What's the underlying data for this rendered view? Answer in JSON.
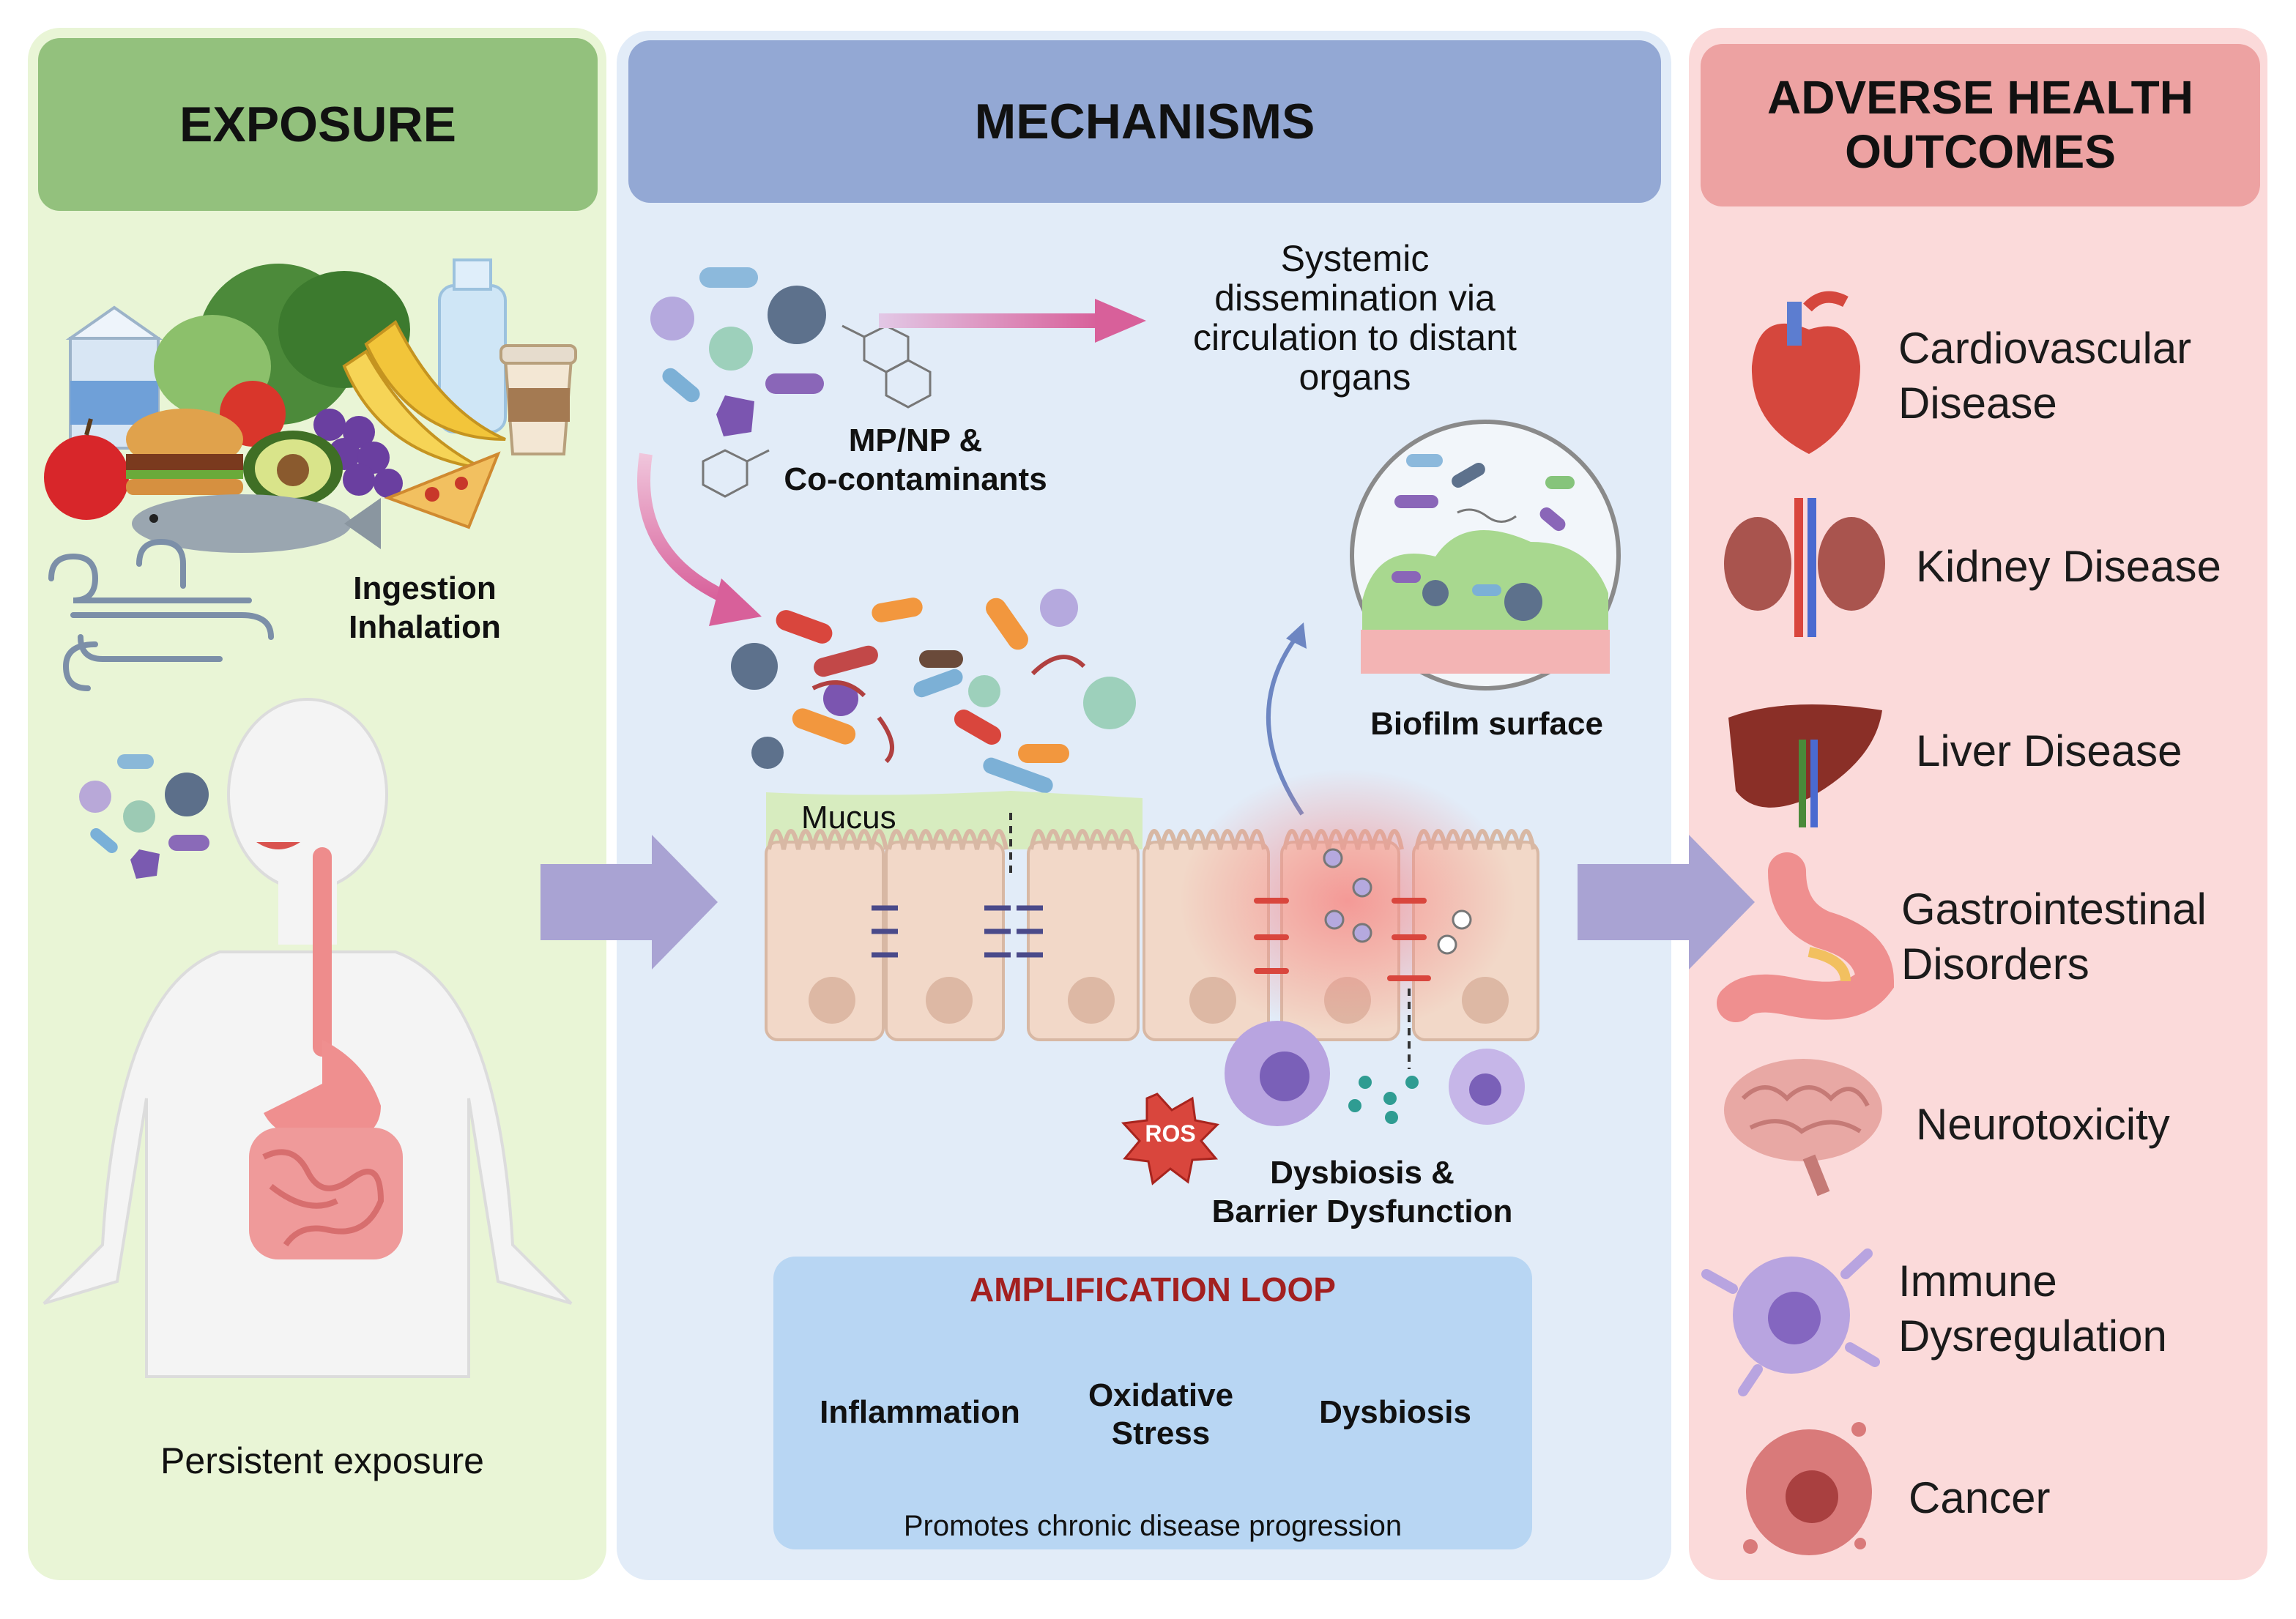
{
  "columns": {
    "exposure": {
      "title": "EXPOSURE",
      "routes": "Ingestion\nInhalation",
      "footer": "Persistent exposure"
    },
    "mechanisms": {
      "title": "MECHANISMS",
      "dissemination": "Systemic\ndissemination via\ncirculation to distant\norgans",
      "contaminants": "MP/NP &\nCo-contaminants",
      "biofilm": "Biofilm surface",
      "mucus": "Mucus",
      "ros": "ROS",
      "dysbiosis_barrier": "Dysbiosis &\nBarrier Dysfunction",
      "amplification": {
        "title": "AMPLIFICATION LOOP",
        "steps": [
          "Inflammation",
          "Oxidative\nStress",
          "Dysbiosis"
        ],
        "footer": "Promotes chronic disease progression"
      }
    },
    "outcomes": {
      "title": "ADVERSE HEALTH\nOUTCOMES",
      "items": [
        {
          "label": "Cardiovascular\nDisease",
          "icon": "heart-icon"
        },
        {
          "label": "Kidney Disease",
          "icon": "kidney-icon"
        },
        {
          "label": "Liver Disease",
          "icon": "liver-icon"
        },
        {
          "label": "Gastrointestinal\nDisorders",
          "icon": "stomach-icon"
        },
        {
          "label": "Neurotoxicity",
          "icon": "brain-icon"
        },
        {
          "label": "Immune\nDysregulation",
          "icon": "immune-cell-icon"
        },
        {
          "label": "Cancer",
          "icon": "cancer-cell-icon"
        }
      ]
    }
  },
  "colors": {
    "exposure_bg": "#e9f5d6",
    "exposure_header": "#93c17d",
    "mechanisms_bg": "#e2ecf8",
    "mechanisms_header": "#93a8d4",
    "outcomes_bg": "#fbdada",
    "outcomes_header": "#eda2a2",
    "flow_arrow": "#a9a3d3",
    "amplification_title": "#a32020",
    "amplification_bg": "#b8d6f3"
  }
}
